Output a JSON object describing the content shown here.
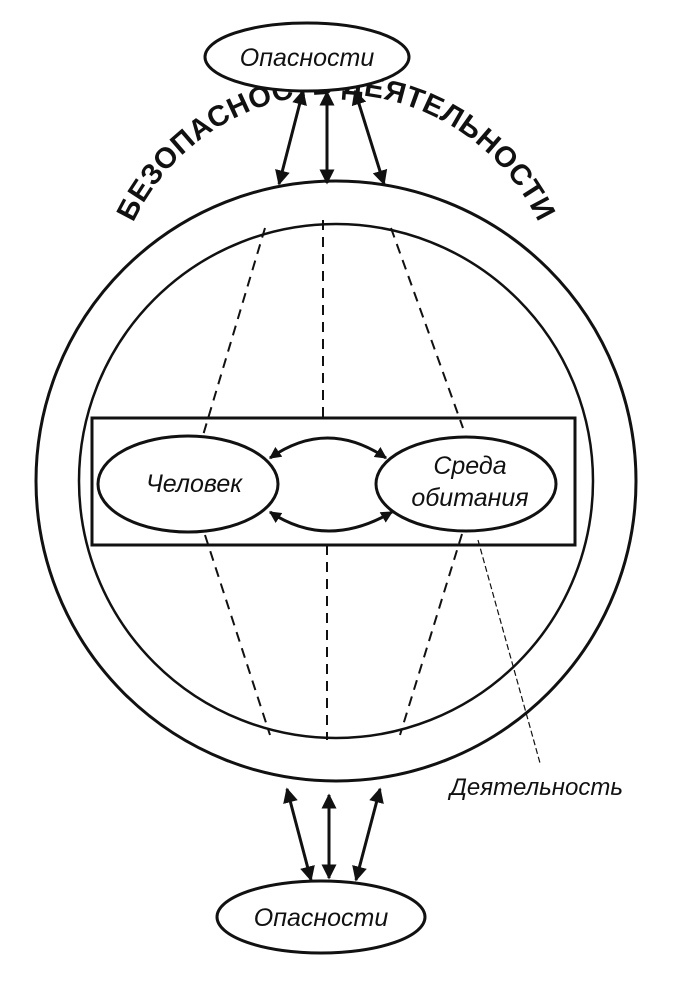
{
  "diagram": {
    "top_node": "Опасности",
    "bottom_node": "Опасности",
    "ring_label": "БЕЗОПАСНОСТЬ ДЕЯТЕЛЬНОСТИ",
    "human_node": "Человек",
    "environment_node": {
      "line1": "Среда",
      "line2": "обитания"
    },
    "activity_label": "Деятельность",
    "colors": {
      "ink": "#111111",
      "background": "#ffffff"
    }
  }
}
